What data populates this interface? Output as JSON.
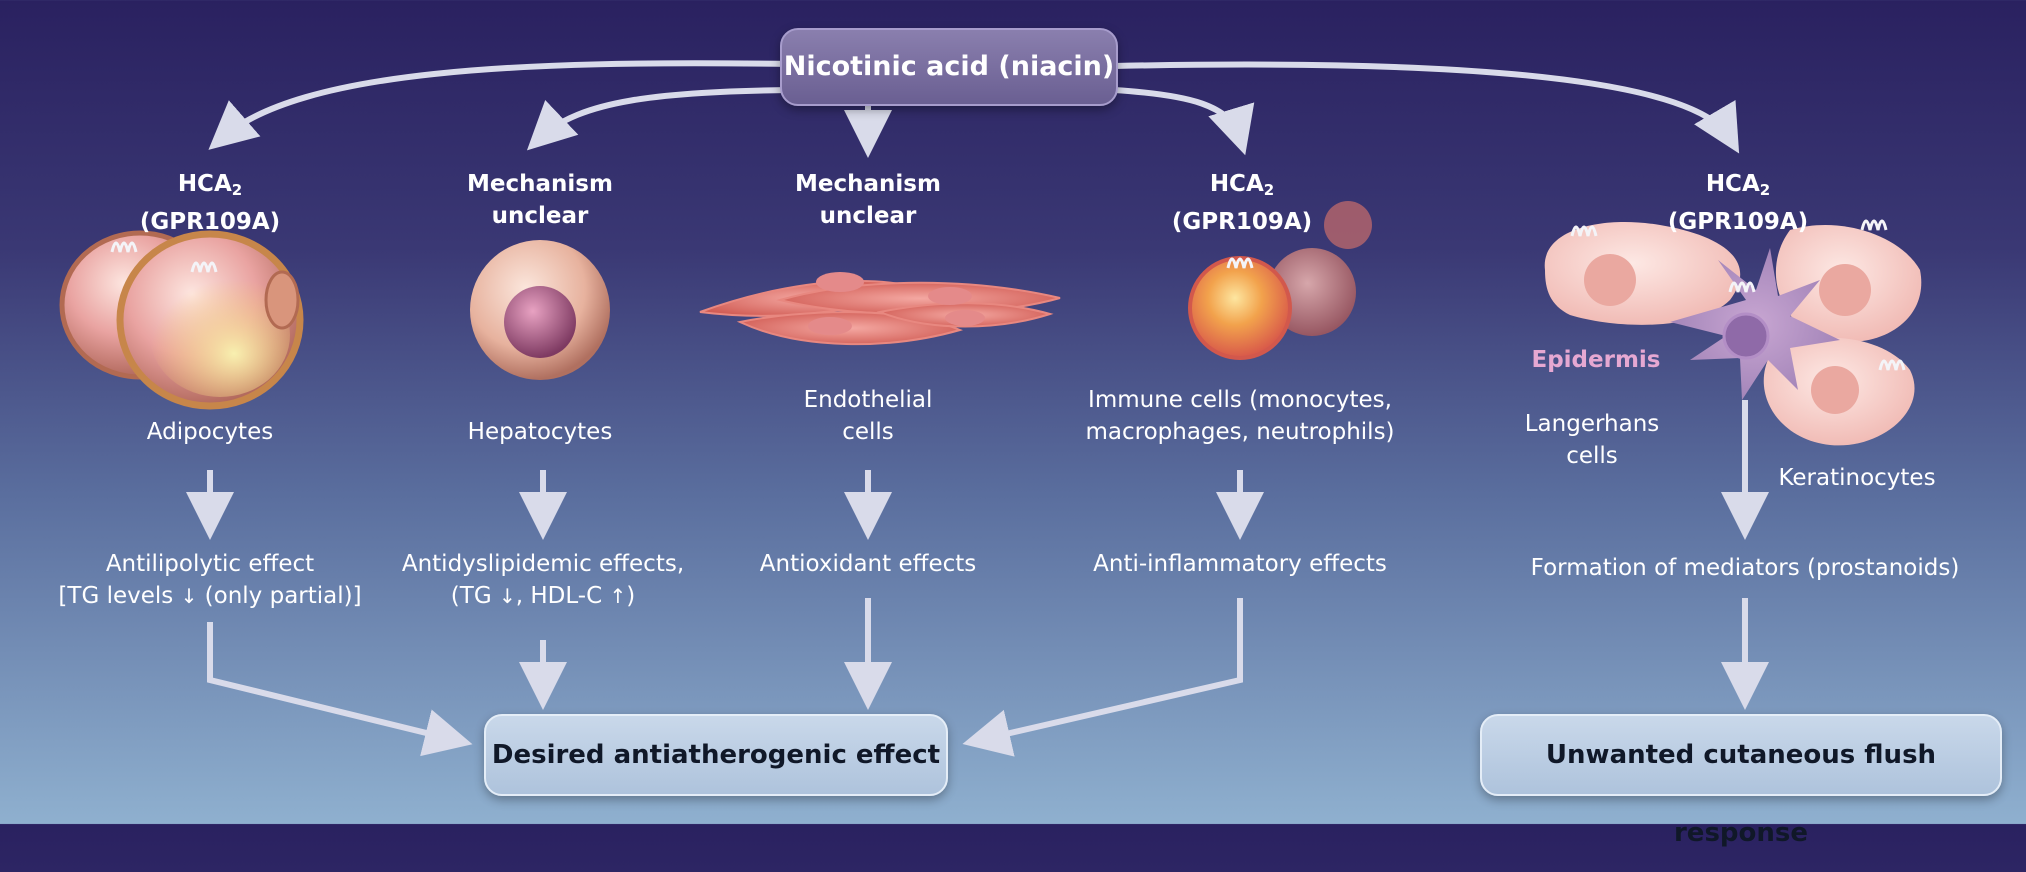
{
  "source": {
    "label": "Nicotinic acid (niacin)"
  },
  "columns": [
    {
      "receptor": [
        "HCA",
        "2",
        "(GPR109A)"
      ],
      "cell": [
        "Adipocytes"
      ],
      "effect_line1": "Antilipolytic effect",
      "effect_line2_parts": [
        "[TG levels ",
        "↓",
        " (only partial)]"
      ]
    },
    {
      "receptor_text": [
        "Mechanism",
        "unclear"
      ],
      "cell": [
        "Hepatocytes"
      ],
      "effect_line1": "Antidyslipidemic effects,",
      "effect_line2_parts": [
        "(TG ",
        "↓",
        ", HDL-C ",
        "↑",
        ")"
      ]
    },
    {
      "receptor_text": [
        "Mechanism",
        "unclear"
      ],
      "cell": [
        "Endothelial",
        "cells"
      ],
      "effect_line1": "Antioxidant effects"
    },
    {
      "receptor": [
        "HCA",
        "2",
        "(GPR109A)"
      ],
      "cell": [
        "Immune cells (monocytes,",
        "macrophages, neutrophils)"
      ],
      "effect_line1": "Anti-inflammatory effects"
    },
    {
      "receptor": [
        "HCA",
        "2",
        "(GPR109A)"
      ],
      "tissue": "Epidermis",
      "cell_left": [
        "Langerhans",
        "cells"
      ],
      "cell_right": "Keratinocytes",
      "effect_line1": "Formation of mediators (prostanoids)"
    }
  ],
  "outcomes": {
    "desired": "Desired antiatherogenic effect",
    "unwanted": "Unwanted cutaneous flush response"
  },
  "colors": {
    "arrow": "#d9dbea",
    "box_top": "#7a6fa2",
    "box_outcome": "#bccee4",
    "epidermis": "#e6a8d2"
  }
}
